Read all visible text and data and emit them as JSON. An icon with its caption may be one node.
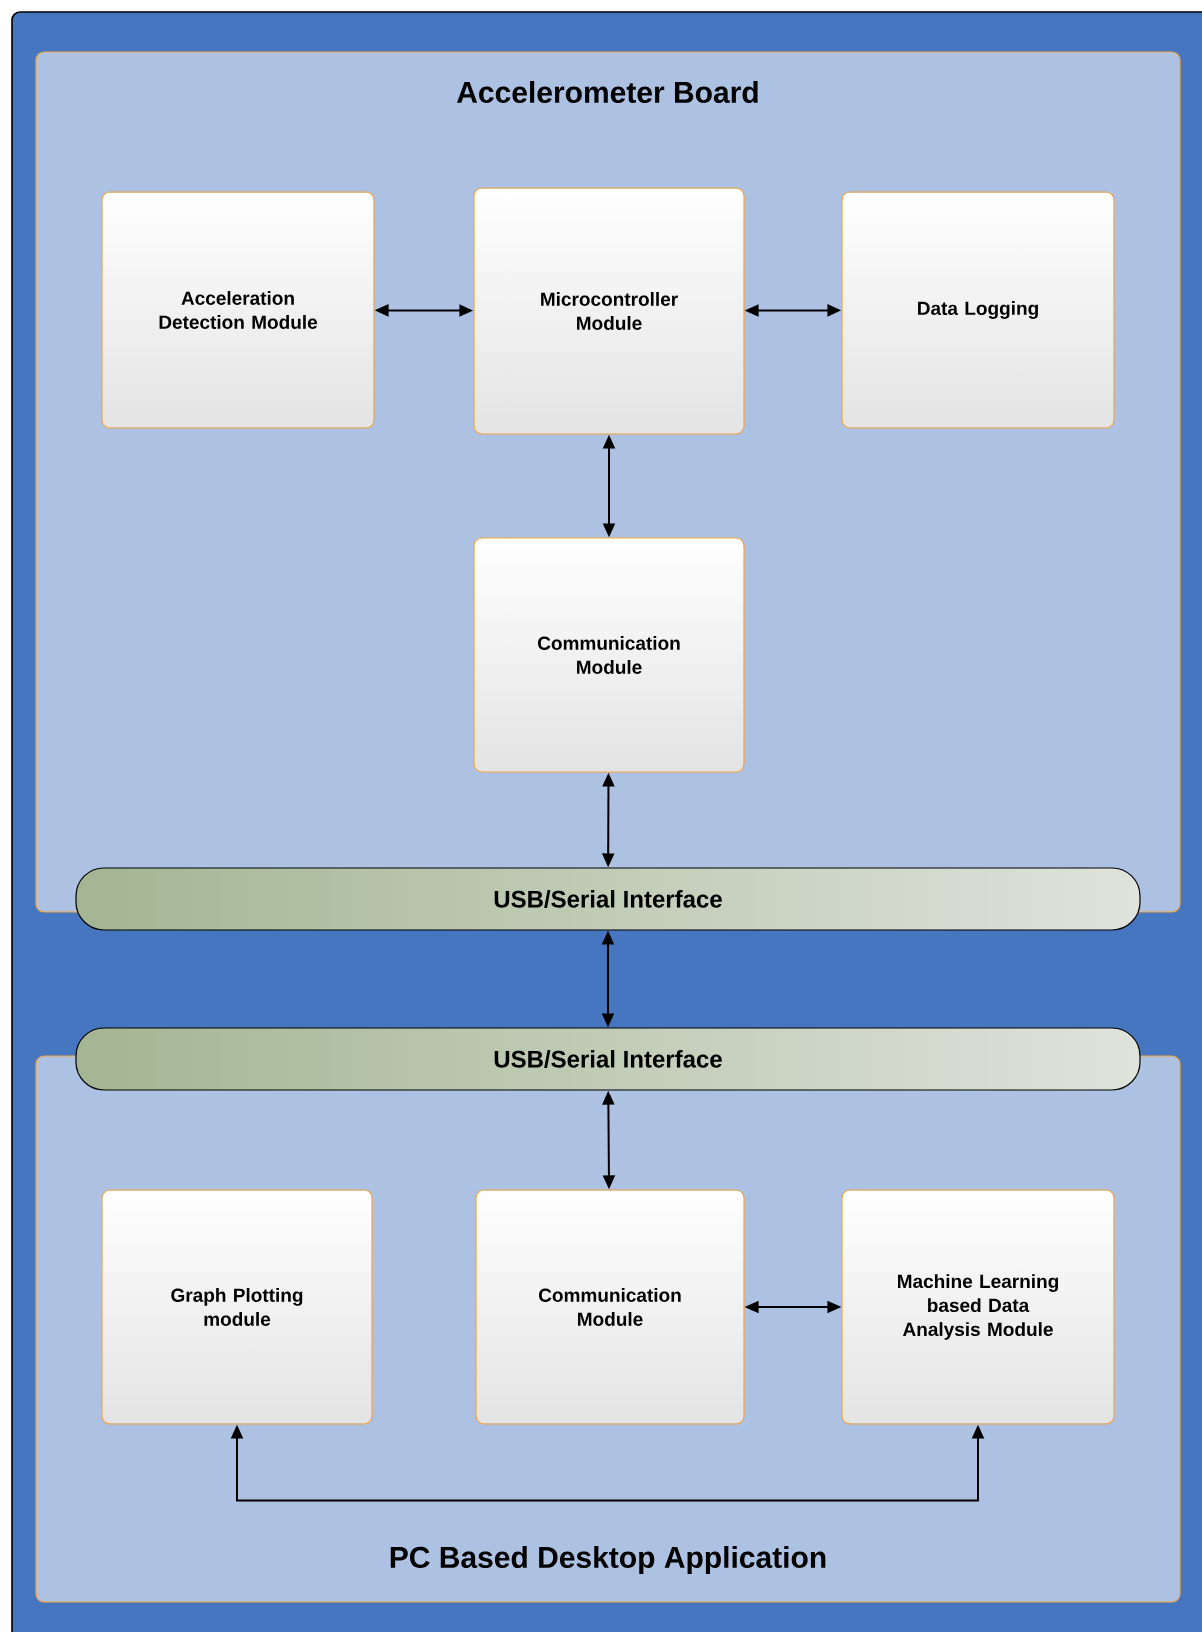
{
  "diagram": {
    "nodes": [
      {
        "text": [
          "Accelerometer Board"
        ]
      },
      {
        "text": [
          "Acceleration Detection Module"
        ],
        "in": 0
      },
      {
        "text": [
          "Microcontroller Module"
        ],
        "in": 0
      },
      {
        "text": [
          "Data Logging"
        ],
        "in": 0
      },
      {
        "text": [
          "Communication Module"
        ],
        "in": 0
      },
      {
        "text": [
          "USB/Serial Interface"
        ]
      },
      {
        "text": [
          "USB/Serial Interface"
        ]
      },
      {
        "text": [
          "PC Based Desktop Application"
        ]
      },
      {
        "text": [
          "Graph Plotting module"
        ],
        "in": 7
      },
      {
        "text": [
          "Communication Module"
        ],
        "in": 7
      },
      {
        "text": [
          "Machine Learning based Data Analysis Module"
        ],
        "in": 7
      }
    ],
    "edges": [
      {
        "from": 1,
        "to": 2,
        "arrow": "both"
      },
      {
        "from": 2,
        "to": 3,
        "arrow": "both"
      },
      {
        "from": 2,
        "to": 4,
        "arrow": "both"
      },
      {
        "from": 4,
        "to": 5,
        "arrow": "both"
      },
      {
        "from": 5,
        "to": 6,
        "arrow": "both"
      },
      {
        "from": 6,
        "to": 9,
        "arrow": "both"
      },
      {
        "from": 9,
        "to": 10,
        "arrow": "both"
      },
      {
        "from": 8,
        "to": 10,
        "arrow": "both"
      }
    ]
  }
}
